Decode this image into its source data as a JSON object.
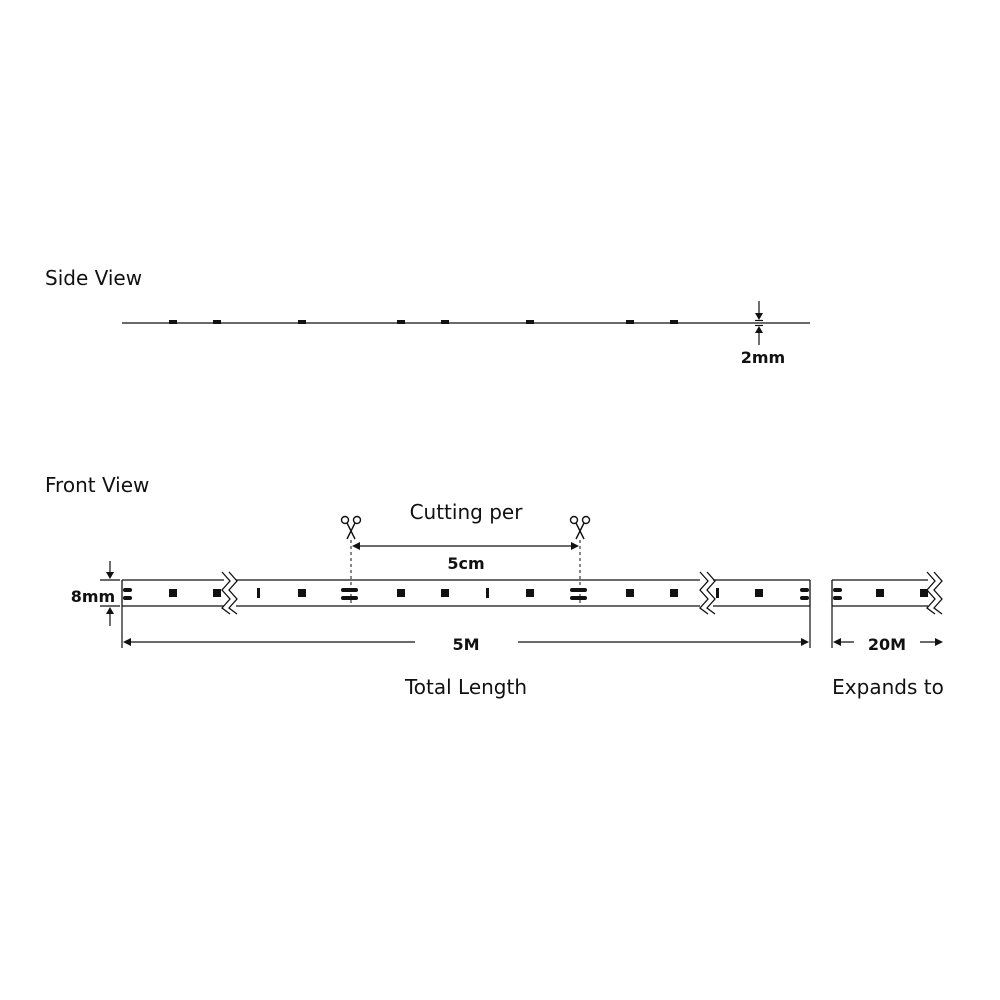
{
  "side_view": {
    "title": "Side View",
    "thickness_label": "2mm"
  },
  "front_view": {
    "title": "Front View",
    "width_label": "8mm",
    "cutting_label": "Cutting per",
    "cut_interval_label": "5cm",
    "length_label": "5M",
    "total_length_caption": "Total Length",
    "expand_label": "20M",
    "expand_caption": "Expands to"
  },
  "icons": {
    "cut_marker": "scissors-icon"
  },
  "colors": {
    "line": "#111111",
    "background": "#ffffff"
  }
}
